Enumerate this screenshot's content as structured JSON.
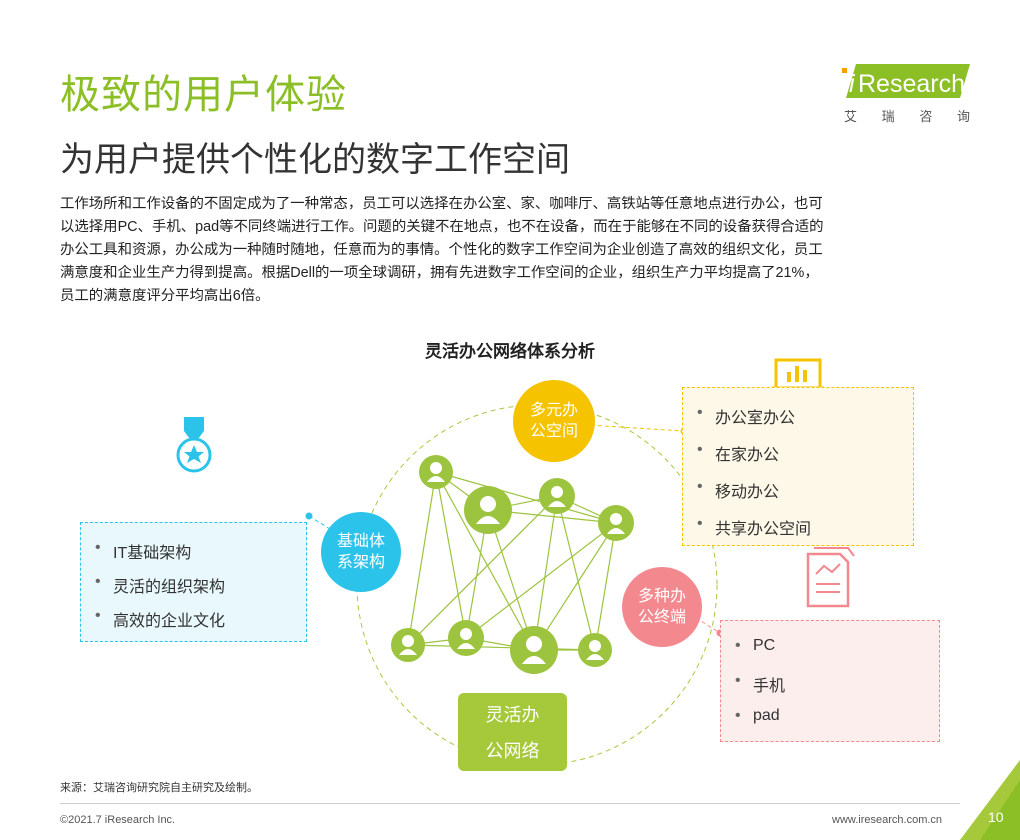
{
  "title": "极致的用户体验",
  "subtitle": "为用户提供个性化的数字工作空间",
  "logo": {
    "wordmark_i": "i",
    "wordmark_rest": "Research",
    "cn_chars": [
      "艾",
      "瑞",
      "咨",
      "询"
    ]
  },
  "paragraph": [
    "工作场所和工作设备的不固定成为了一种常态，员工可以选择在办公室、家、咖啡厅、高铁站等任意地点进行办公，也可",
    "以选择用PC、手机、pad等不同终端进行工作。问题的关键不在地点，也不在设备，而在于能够在不同的设备获得合适的",
    "办公工具和资源，办公成为一种随时随地，任意而为的事情。个性化的数字工作空间为企业创造了高效的组织文化，员工",
    "满意度和企业生产力得到提高。根据Dell的一项全球调研，拥有先进数字工作空间的企业，组织生产力平均提高了21%，",
    "员工的满意度评分平均高出6倍。"
  ],
  "diagram": {
    "title": "灵活办公网络体系分析",
    "center": {
      "line1": "灵活办",
      "line2": "公网络"
    },
    "nodes": {
      "infrastructure": {
        "line1": "基础体",
        "line2": "系架构",
        "items": [
          "IT基础架构",
          "灵活的组织架构",
          "高效的企业文化"
        ]
      },
      "workspace": {
        "line1": "多元办",
        "line2": "公空间",
        "items": [
          "办公室办公",
          "在家办公",
          "移动办公",
          "共享办公空间"
        ]
      },
      "terminals": {
        "line1": "多种办",
        "line2": "公终端",
        "items": [
          "PC",
          "手机",
          "pad"
        ]
      }
    }
  },
  "source": "来源：艾瑞咨询研究院自主研究及绘制。",
  "copyright": "©2021.7 iResearch Inc.",
  "website": "www.iresearch.com.cn",
  "page_number": "10",
  "colors": {
    "title_green": "#8cbf26",
    "cyan": "#2cc3ea",
    "yellow": "#f5c300",
    "pink": "#f3898e",
    "center_green": "#a6c93b",
    "network_green": "#9cc43e"
  },
  "icons": [
    "medal-icon",
    "chart-board-icon",
    "document-icon",
    "person-icon"
  ]
}
